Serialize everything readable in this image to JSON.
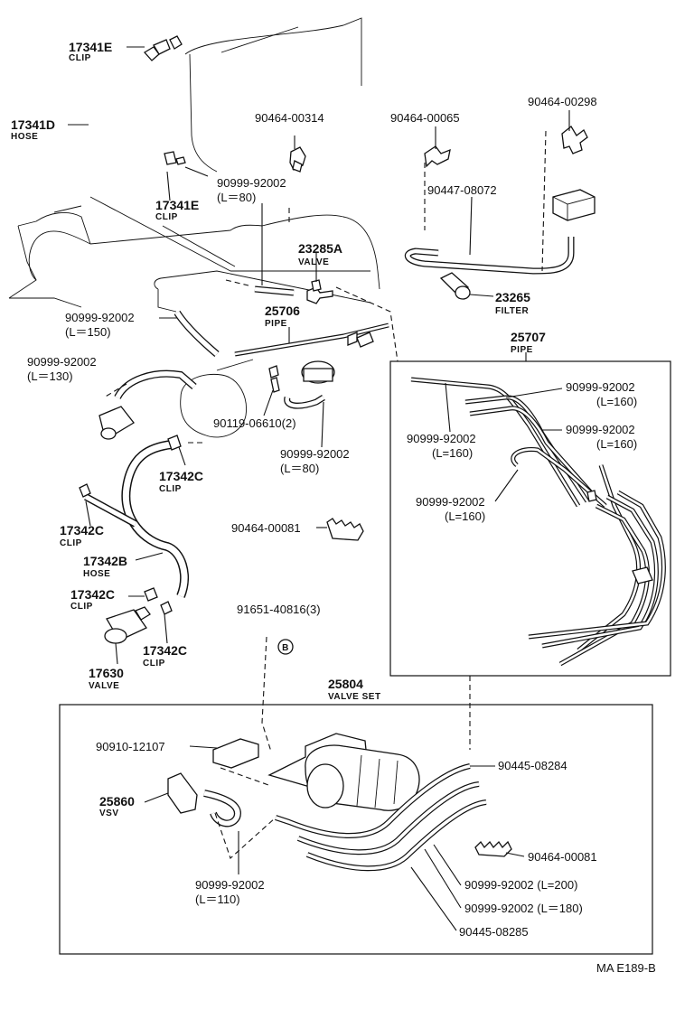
{
  "diagram_code": "MA E189-B",
  "parts": {
    "clip_17341E_top": {
      "number": "17341E",
      "name": "CLIP"
    },
    "hose_17341D": {
      "number": "17341D",
      "name": "HOSE"
    },
    "clip_17341E_mid": {
      "number": "17341E",
      "name": "CLIP"
    },
    "p90464_00314": {
      "number": "90464-00314"
    },
    "hose_90999_l80_top": {
      "number": "90999-92002",
      "length": "(L＝80)"
    },
    "p90464_00065": {
      "number": "90464-00065"
    },
    "p90464_00298": {
      "number": "90464-00298"
    },
    "p90447_08072": {
      "number": "90447-08072"
    },
    "valve_23285A": {
      "number": "23285A",
      "name": "VALVE"
    },
    "filter_23265": {
      "number": "23265",
      "name": "FILTER"
    },
    "hose_90999_l150": {
      "number": "90999-92002",
      "length": "(L＝150)"
    },
    "pipe_25706": {
      "number": "25706",
      "name": "PIPE"
    },
    "pipe_25707": {
      "number": "25707",
      "name": "PIPE"
    },
    "hose_90999_l130": {
      "number": "90999-92002",
      "length": "(L＝130)"
    },
    "p90119_06610": {
      "number": "90119-06610(2)"
    },
    "hose_90999_l80_mid": {
      "number": "90999-92002",
      "length": "(L＝80)"
    },
    "clip_17342C_a": {
      "number": "17342C",
      "name": "CLIP"
    },
    "clip_17342C_b": {
      "number": "17342C",
      "name": "CLIP"
    },
    "hose_17342B": {
      "number": "17342B",
      "name": "HOSE"
    },
    "clip_17342C_c": {
      "number": "17342C",
      "name": "CLIP"
    },
    "clip_17342C_d": {
      "number": "17342C",
      "name": "CLIP"
    },
    "valve_17630": {
      "number": "17630",
      "name": "VALVE"
    },
    "p90464_00081_mid": {
      "number": "90464-00081"
    },
    "p91651_40816": {
      "number": "91651-40816(3)"
    },
    "marker_b": {
      "symbol": "B"
    },
    "box_hose_a": {
      "number": "90999-92002",
      "length": "(L=160)"
    },
    "box_hose_b": {
      "number": "90999-92002",
      "length": "(L=160)"
    },
    "box_hose_c": {
      "number": "90999-92002",
      "length": "(L=160)"
    },
    "box_hose_d": {
      "number": "90999-92002",
      "length": "(L=160)"
    },
    "valve_set_25804": {
      "number": "25804",
      "name": "VALVE SET"
    },
    "p90910_12107": {
      "number": "90910-12107"
    },
    "vsv_25860": {
      "number": "25860",
      "name": "VSV"
    },
    "hose_90999_l110": {
      "number": "90999-92002",
      "length": "(L＝110)"
    },
    "p90445_08284": {
      "number": "90445-08284"
    },
    "p90464_00081_low": {
      "number": "90464-00081"
    },
    "hose_90999_l200": {
      "number": "90999-92002 (L=200)"
    },
    "hose_90999_l180": {
      "number": "90999-92002  (L＝180)"
    },
    "p90445_08285": {
      "number": "90445-08285"
    }
  }
}
